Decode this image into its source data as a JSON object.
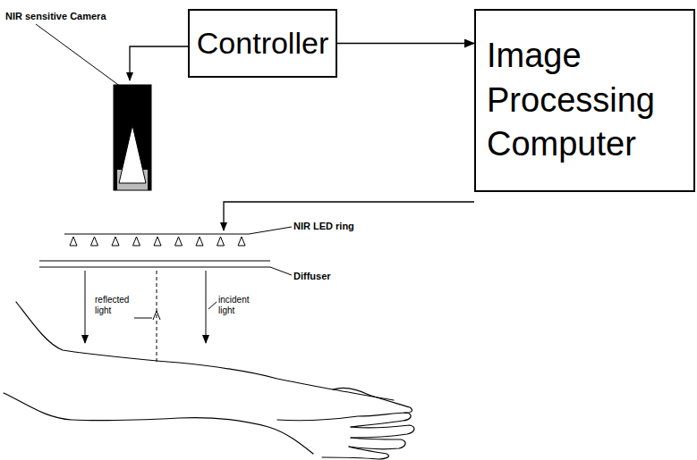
{
  "diagram": {
    "nodes": [
      {
        "text": [
          "Controller"
        ]
      },
      {
        "text": [
          "Image Processing Computer"
        ]
      }
    ],
    "edges": [
      {
        "from": 0,
        "to": 1,
        "arrow": "to"
      }
    ],
    "labels": [
      "NIR sensitive Camera",
      "NIR LED ring",
      "Diffuser",
      "reflected light",
      "incident light"
    ]
  }
}
